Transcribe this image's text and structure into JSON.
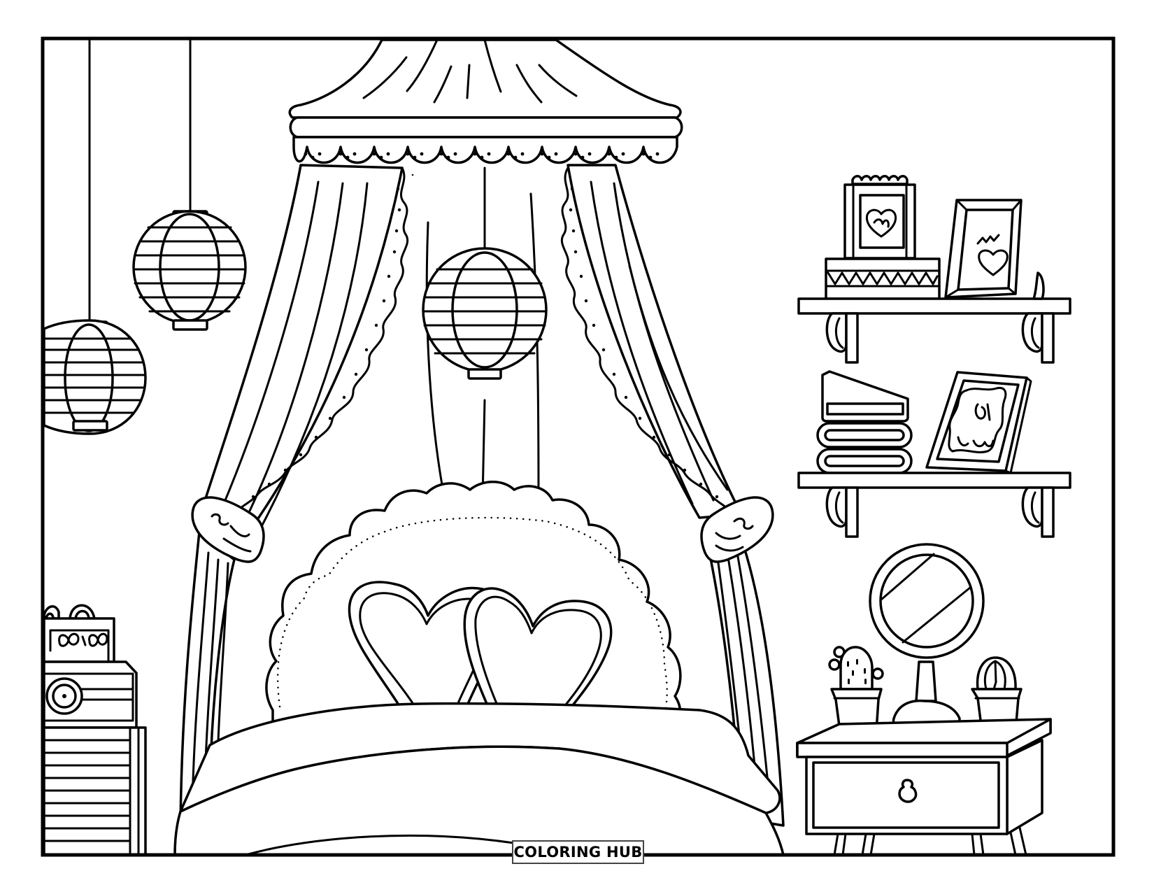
{
  "page": {
    "type": "coloring-page",
    "subject": "canopy bedroom with paper lanterns, shelves and nightstand",
    "line_color": "#000000",
    "background_color": "#ffffff"
  },
  "watermark": {
    "label": "COLORING HUB"
  },
  "scene": {
    "items": [
      {
        "name": "canopy",
        "description": "draped bed canopy with scalloped lace valance"
      },
      {
        "name": "curtains",
        "description": "two curtains tied back with tiebacks"
      },
      {
        "name": "lanterns",
        "count": 3,
        "description": "striped round paper lanterns hanging from strings"
      },
      {
        "name": "headboard",
        "description": "scalloped cloud headboard with dotted border"
      },
      {
        "name": "heart-pillows",
        "count": 2
      },
      {
        "name": "bed-blanket"
      },
      {
        "name": "upper-shelf",
        "items": [
          "heart photo frame on box",
          "tilted heart picture frame"
        ]
      },
      {
        "name": "lower-shelf",
        "items": [
          "stack of folded towels and book",
          "tilted framed picture"
        ]
      },
      {
        "name": "nightstand",
        "items": [
          "round mirror on stand",
          "cactus in pot",
          "round cactus in pot",
          "drawer with knob"
        ]
      },
      {
        "name": "radio-dresser",
        "description": "retro radio on striped dresser at left edge"
      }
    ]
  }
}
